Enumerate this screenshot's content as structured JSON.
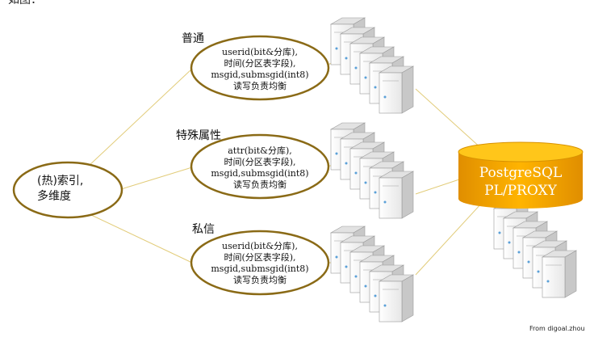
{
  "top_caption": "如图：",
  "root_node": {
    "lines": [
      "(热)索引,",
      "多维度"
    ]
  },
  "branches": [
    {
      "title": "普通",
      "lines": [
        "userid(bit&分库),",
        "时间(分区表字段),",
        "msgid,submsgid(int8)",
        "读写负责均衡"
      ]
    },
    {
      "title": "特殊属性",
      "lines": [
        "attr(bit&分库),",
        "时间(分区表字段),",
        "msgid,submsgid(int8)",
        "读写负责均衡"
      ]
    },
    {
      "title": "私信",
      "lines": [
        "userid(bit&分库),",
        "时间(分区表字段),",
        "msgid,submsgid(int8)",
        "读写负责均衡"
      ]
    }
  ],
  "proxy": {
    "lines": [
      "PostgreSQL",
      "PL/PROXY"
    ]
  },
  "credit": "From digoal.zhou",
  "colors": {
    "ellipse_stroke": "#8a6a16",
    "connector": "#e2cc7a",
    "proxy_fill": "#f6a800",
    "proxy_text": "#ffffff",
    "server_face": "#f4f4f4",
    "server_side": "#c8c8c8",
    "server_top": "#e2e2e2"
  }
}
